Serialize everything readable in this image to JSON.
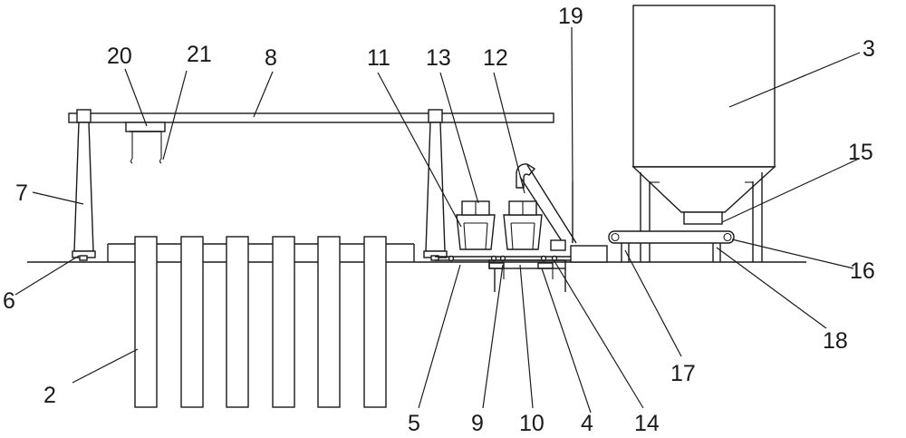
{
  "labels": {
    "l2": "2",
    "l3": "3",
    "l4": "4",
    "l5": "5",
    "l6": "6",
    "l7": "7",
    "l8": "8",
    "l9": "9",
    "l10": "10",
    "l11": "11",
    "l12": "12",
    "l13": "13",
    "l14": "14",
    "l15": "15",
    "l16": "16",
    "l17": "17",
    "l18": "18",
    "l19": "19",
    "l20": "20",
    "l21": "21"
  }
}
